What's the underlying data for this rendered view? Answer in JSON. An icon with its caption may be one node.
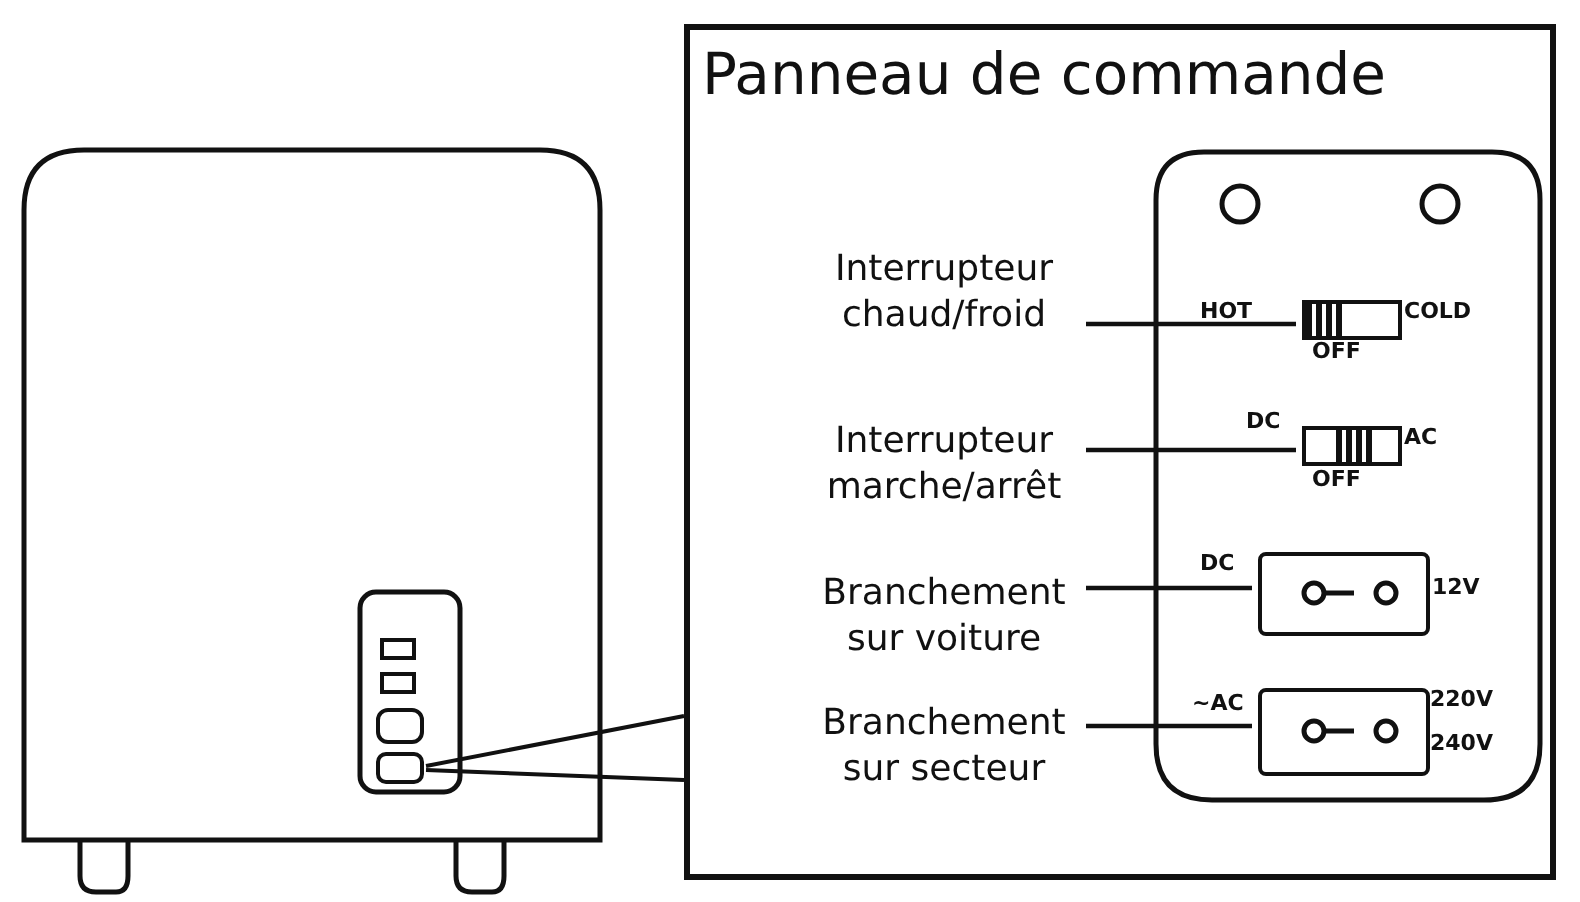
{
  "diagram": {
    "nodes": [
      {
        "text": [
          "Panneau de commande"
        ]
      },
      {
        "text": [
          "Interrupteur chaud/froid"
        ],
        "in": 0
      },
      {
        "text": [
          "Interrupteur marche/arrêt"
        ],
        "in": 0
      },
      {
        "text": [
          "Branchement sur voiture"
        ],
        "in": 0
      },
      {
        "text": [
          "Branchement sur secteur"
        ],
        "in": 0
      },
      {
        "text": [],
        "shape": "box",
        "in": 0
      },
      {
        "text": [],
        "shape": "box",
        "in": 0
      },
      {
        "text": [],
        "shape": "box",
        "in": 0
      },
      {
        "text": [],
        "shape": "box",
        "in": 0
      }
    ],
    "edges": [
      {
        "from": 1,
        "to": 5,
        "arrow": "none"
      },
      {
        "from": 2,
        "to": 6,
        "arrow": "none"
      },
      {
        "from": 3,
        "to": 7,
        "arrow": "none"
      },
      {
        "from": 4,
        "to": 8,
        "arrow": "none"
      }
    ],
    "labels": [
      "HOT",
      "COLD",
      "OFF",
      "DC",
      "AC",
      "OFF",
      "DC",
      "12V",
      "~AC",
      "220V",
      "240V"
    ]
  }
}
